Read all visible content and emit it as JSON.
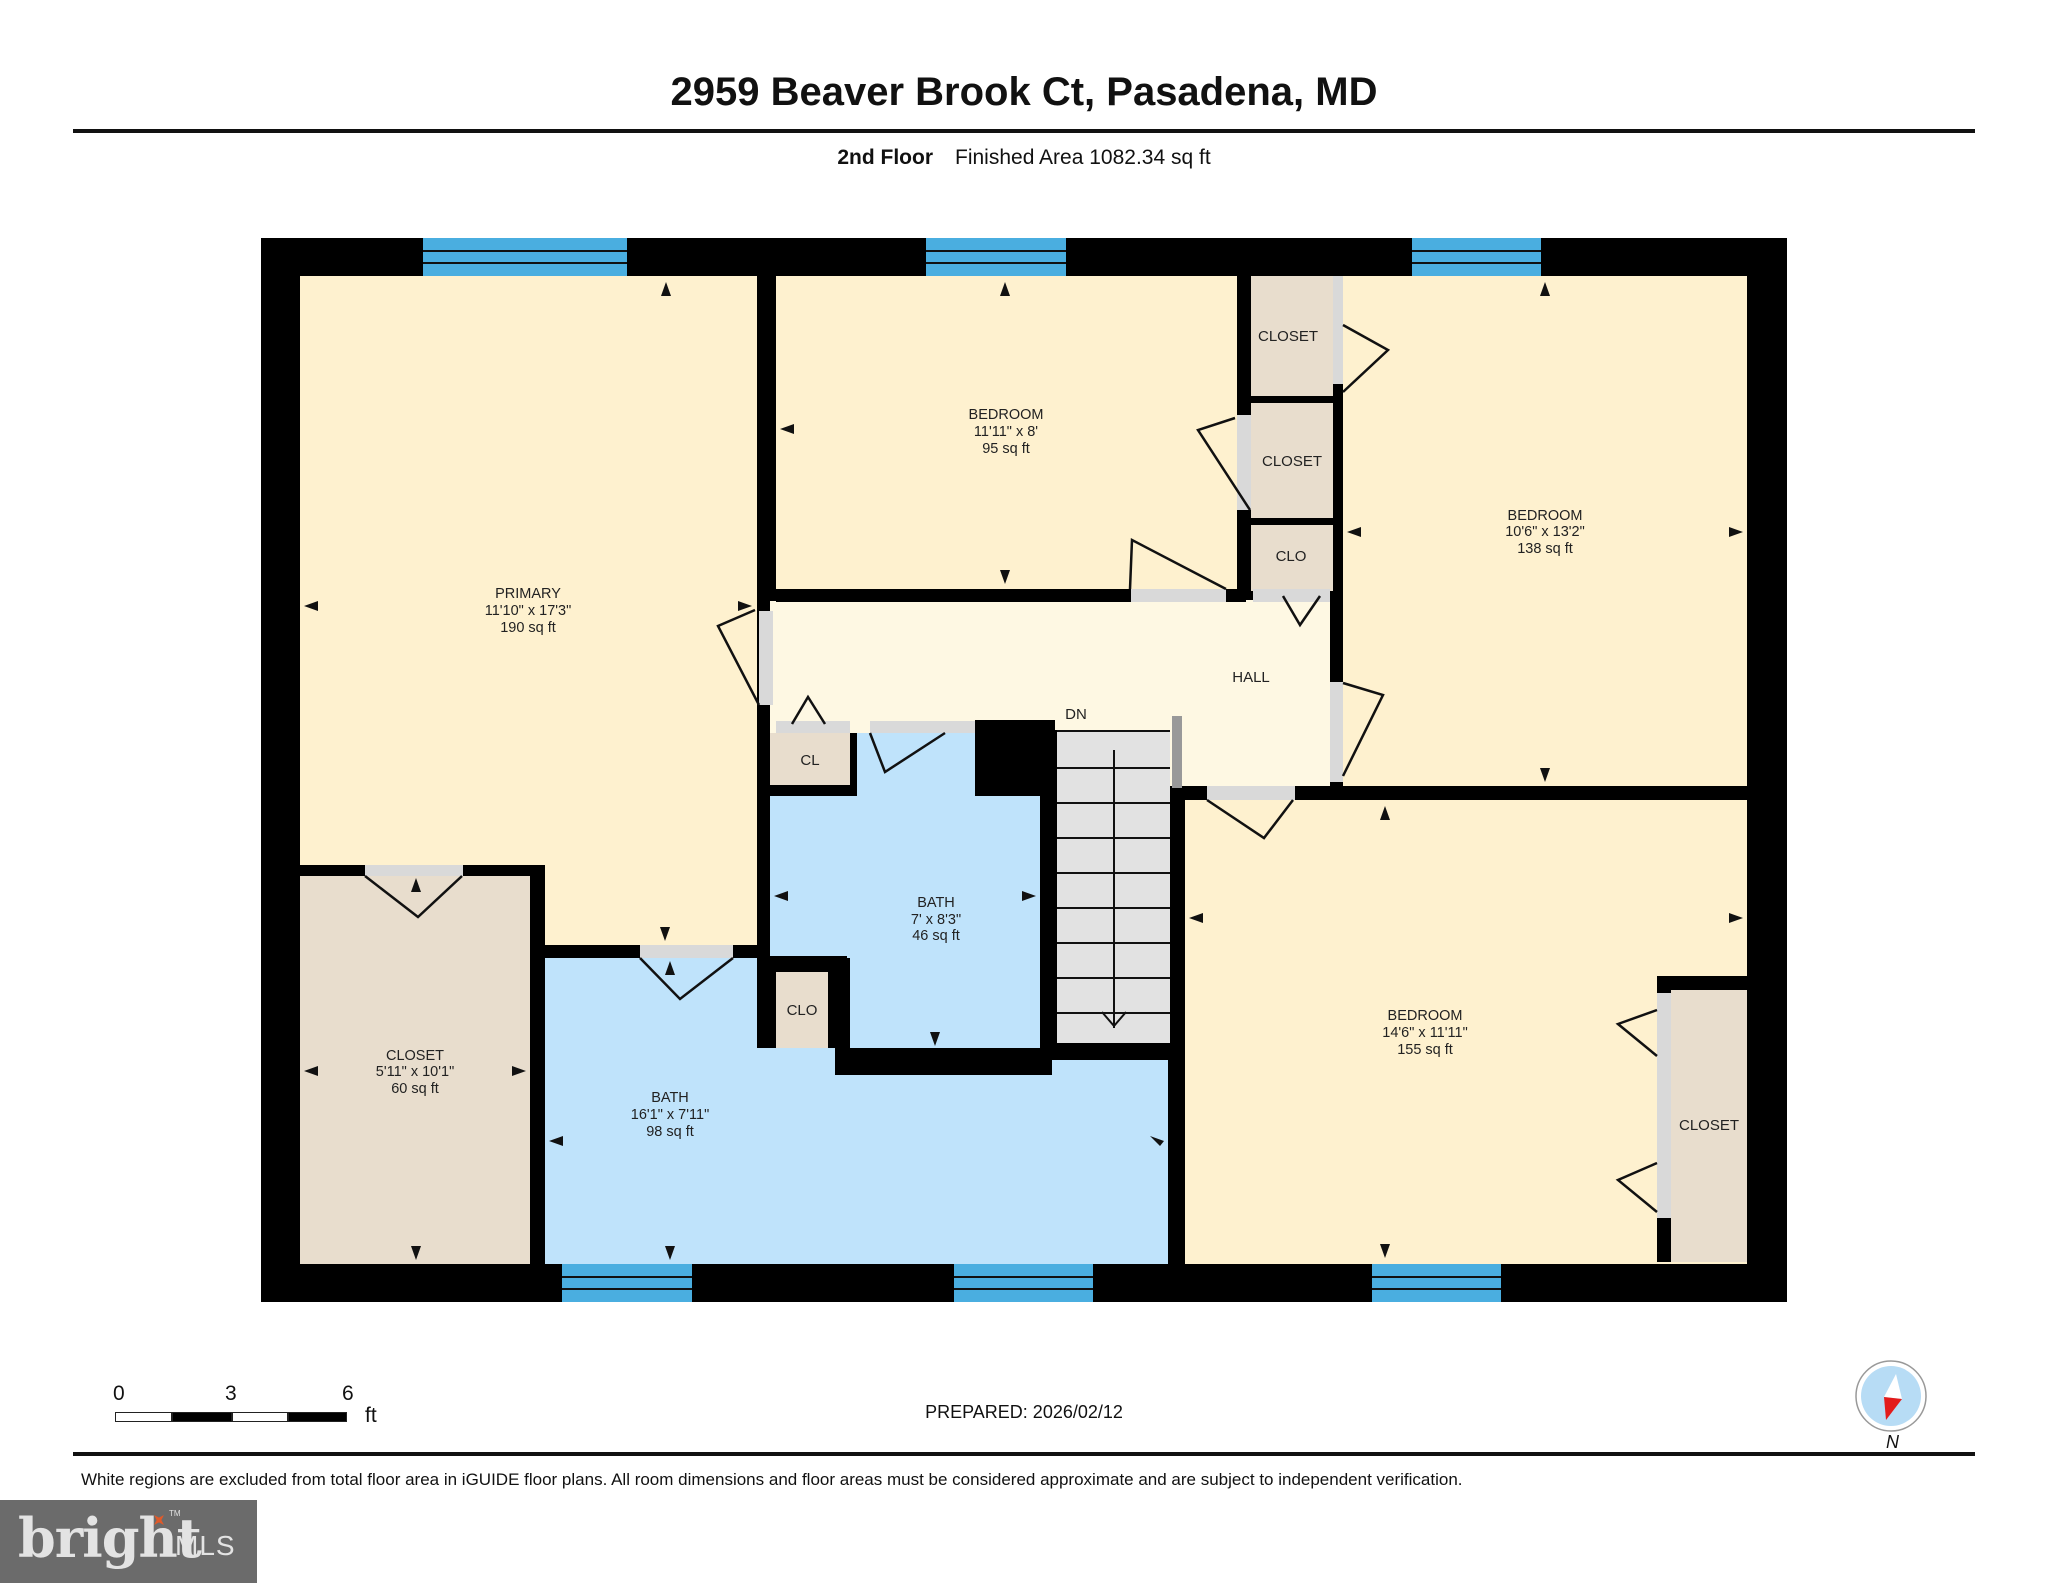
{
  "header": {
    "title": "2959 Beaver Brook Ct, Pasadena, MD",
    "floor": "2nd Floor",
    "finished_area": "Finished Area 1082.34 sq ft"
  },
  "colors": {
    "wall": "#000000",
    "bedroom_fill": "#fef1cf",
    "hall_fill": "#fef8e3",
    "bath_fill": "#bfe3fb",
    "closet_fill": "#e8ddcd",
    "stairs_fill": "#e2e2e2",
    "door_opening": "#d9d9d9",
    "window": "#4aaee0",
    "compass_north": "#e31b1b",
    "compass_dial": "#b7dcf5"
  },
  "rooms": [
    {
      "name": "PRIMARY",
      "dims": "11'10\" x 17'3\"",
      "area": "190 sq ft"
    },
    {
      "name": "BEDROOM",
      "dims": "11'11\" x 8'",
      "area": "95 sq ft"
    },
    {
      "name": "BEDROOM",
      "dims": "10'6\" x 13'2\"",
      "area": "138 sq ft"
    },
    {
      "name": "BEDROOM",
      "dims": "14'6\" x 11'11\"",
      "area": "155 sq ft"
    },
    {
      "name": "BATH",
      "dims": "7' x 8'3\"",
      "area": "46 sq ft"
    },
    {
      "name": "BATH",
      "dims": "16'1\" x 7'11\"",
      "area": "98 sq ft"
    },
    {
      "name": "CLOSET",
      "dims": "5'11\" x 10'1\"",
      "area": "60 sq ft"
    }
  ],
  "labels": {
    "hall": "HALL",
    "stairs_dn": "DN",
    "closet_top_1": "CLOSET",
    "closet_top_2": "CLOSET",
    "clo_top": "CLO",
    "cl_hall": "CL",
    "clo_bath": "CLO",
    "closet_br": "CLOSET"
  },
  "scale_bar": {
    "ticks": [
      "0",
      "3",
      "6"
    ],
    "unit": "ft"
  },
  "prepared": "PREPARED: 2026/02/12",
  "compass": {
    "label": "N"
  },
  "disclaimer": "White regions are excluded from total floor area in iGUIDE floor plans. All room dimensions and floor areas must be considered approximate and are subject to independent verification.",
  "logo": {
    "brand": "bright",
    "suffix": "MLS",
    "tm": "TM"
  }
}
